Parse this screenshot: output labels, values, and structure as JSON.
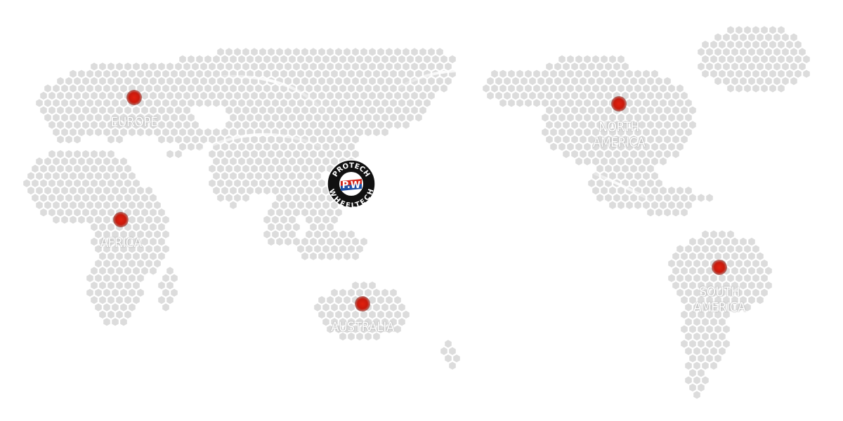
{
  "map": {
    "regions": [
      {
        "label": "EUROPE",
        "marker": "europe-marker"
      },
      {
        "label": "AFRICA",
        "marker": "africa-marker"
      },
      {
        "label": "AUSTRALIA",
        "marker": "australia-marker"
      },
      {
        "label": "NORTH\nAMERICA",
        "marker": "north-america-marker"
      },
      {
        "label": "SOUTH\nAMERICA",
        "marker": "south-america-marker"
      }
    ],
    "logo": {
      "top_text": "PROTECH",
      "bottom_text": "WHEELTECH",
      "monogram": "P.W",
      "colors": {
        "ring": "#111111",
        "red": "#d4271c",
        "blue": "#1f4fa3",
        "white": "#ffffff"
      }
    },
    "colors": {
      "hex": "#dcdcdc",
      "marker": "#d2200f",
      "label": "#ffffff",
      "background": "#ffffff"
    }
  }
}
